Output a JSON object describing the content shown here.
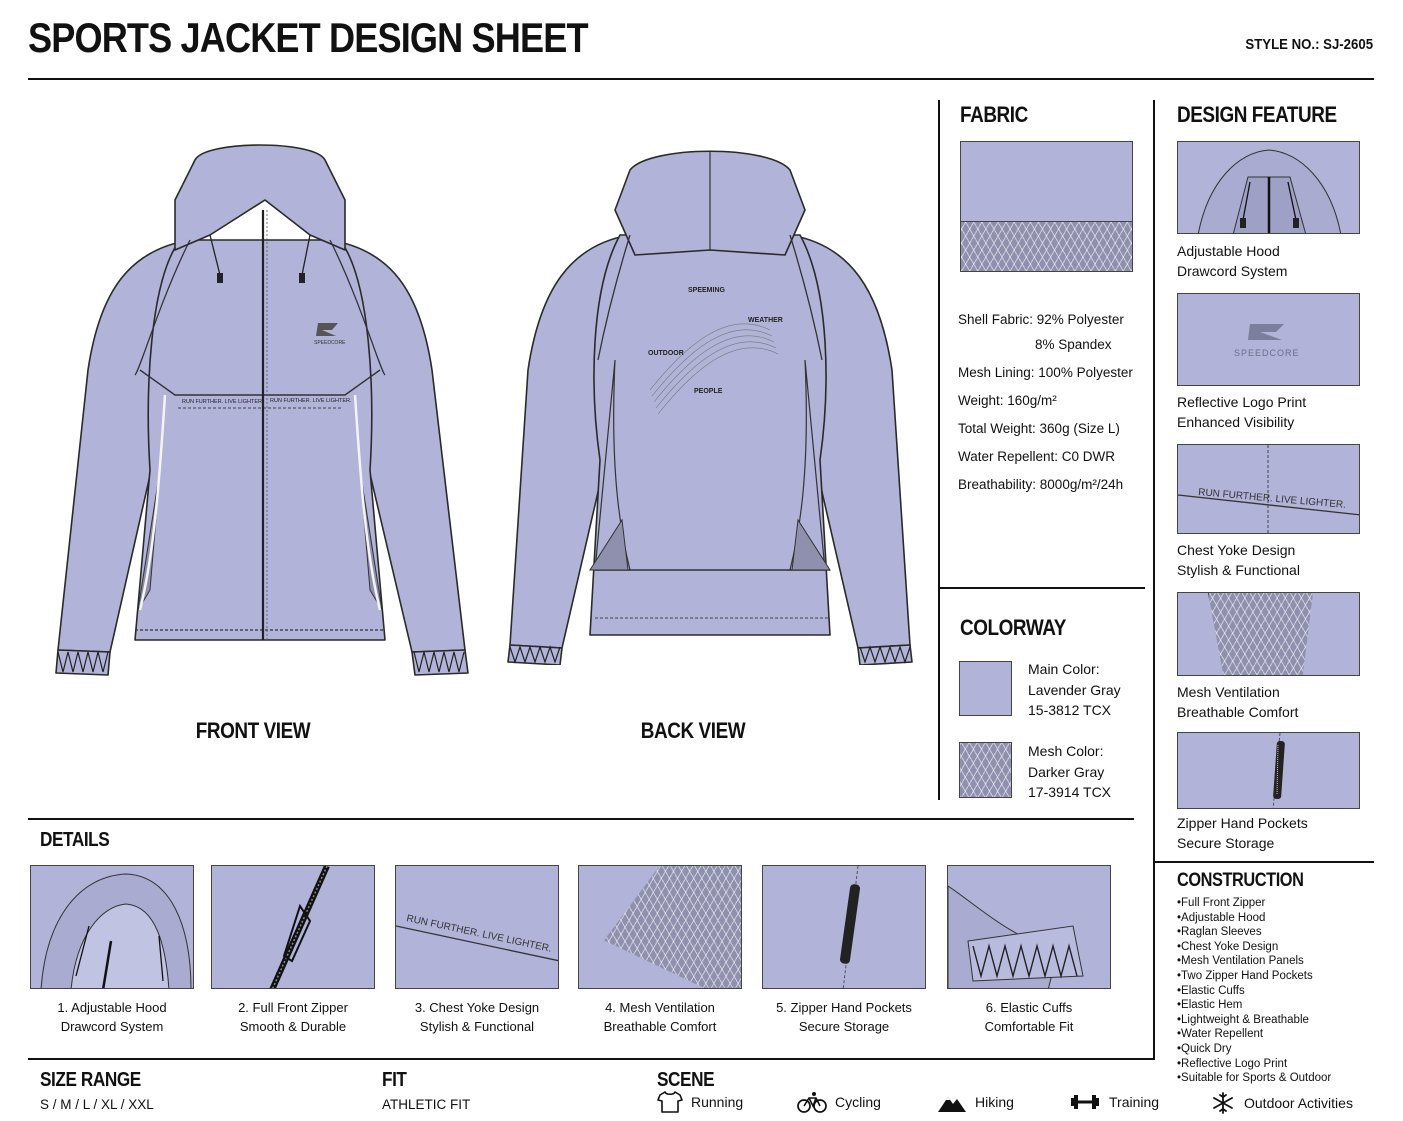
{
  "header": {
    "title": "SPORTS JACKET DESIGN SHEET",
    "style_no": "STYLE NO.: SJ-2605"
  },
  "views": {
    "front_label": "FRONT VIEW",
    "back_label": "BACK VIEW",
    "front_logo": "SPEEDCORE",
    "front_yoke_text_left": "RUN FURTHER. LIVE LIGHTER.",
    "front_yoke_text_right": "RUN FURTHER. LIVE LIGHTER.",
    "back_words": [
      "SPEEMING",
      "WEATHER",
      "OUTDOOR",
      "PEOPLE"
    ]
  },
  "fabric": {
    "heading": "FABRIC",
    "specs": [
      "Shell Fabric: 92% Polyester",
      "8% Spandex",
      "Mesh Lining: 100% Polyester",
      "Weight: 160g/m²",
      "Total Weight: 360g (Size L)",
      "Water Repellent: C0 DWR",
      "Breathability: 8000g/m²/24h"
    ]
  },
  "colorway": {
    "heading": "COLORWAY",
    "main": {
      "label": "Main Color:",
      "name": "Lavender Gray",
      "code": "15-3812 TCX",
      "color": "#b1b3d8"
    },
    "mesh": {
      "label": "Mesh Color:",
      "name": "Darker Gray",
      "code": "17-3914 TCX",
      "color": "#8e90ad"
    }
  },
  "design_feature": {
    "heading": "DESIGN FEATURE",
    "items": [
      {
        "line1": "Adjustable Hood",
        "line2": "Drawcord System",
        "icon": "hood-drawcord"
      },
      {
        "line1": "Reflective Logo Print",
        "line2": "Enhanced Visibility",
        "icon": "logo-print",
        "logo_text": "SPEEDCORE"
      },
      {
        "line1": "Chest Yoke Design",
        "line2": "Stylish & Functional",
        "icon": "chest-yoke",
        "yoke_text": "RUN FURTHER. LIVE LIGHTER."
      },
      {
        "line1": "Mesh Ventilation",
        "line2": "Breathable Comfort",
        "icon": "mesh-panel"
      },
      {
        "line1": "Zipper Hand Pockets",
        "line2": "Secure Storage",
        "icon": "zipper-pocket"
      }
    ]
  },
  "construction": {
    "heading": "CONSTRUCTION",
    "items": [
      "Full Front Zipper",
      "Adjustable Hood",
      "Raglan Sleeves",
      "Chest Yoke Design",
      "Mesh Ventilation Panels",
      "Two Zipper Hand Pockets",
      "Elastic Cuffs",
      "Elastic Hem",
      "Lightweight & Breathable",
      "Water Repellent",
      "Quick Dry",
      "Reflective Logo Print",
      "Suitable for Sports & Outdoor"
    ]
  },
  "details": {
    "heading": "DETAILS",
    "items": [
      {
        "line1": "1. Adjustable Hood",
        "line2": "Drawcord System"
      },
      {
        "line1": "2. Full Front Zipper",
        "line2": "Smooth & Durable"
      },
      {
        "line1": "3. Chest Yoke Design",
        "line2": "Stylish & Functional",
        "yoke_text": "RUN FURTHER. LIVE LIGHTER."
      },
      {
        "line1": "4. Mesh Ventilation",
        "line2": "Breathable Comfort"
      },
      {
        "line1": "5. Zipper Hand Pockets",
        "line2": "Secure Storage"
      },
      {
        "line1": "6. Elastic Cuffs",
        "line2": "Comfortable Fit"
      }
    ]
  },
  "size_range": {
    "heading": "SIZE RANGE",
    "value": "S / M / L / XL / XXL"
  },
  "fit": {
    "heading": "FIT",
    "value": "ATHLETIC FIT"
  },
  "scene": {
    "heading": "SCENE",
    "items": [
      {
        "label": "Running",
        "icon": "tshirt-icon"
      },
      {
        "label": "Cycling",
        "icon": "bicycle-icon"
      },
      {
        "label": "Hiking",
        "icon": "mountain-icon"
      },
      {
        "label": "Training",
        "icon": "dumbbell-icon"
      },
      {
        "label": "Outdoor Activities",
        "icon": "snowflake-icon"
      }
    ]
  }
}
